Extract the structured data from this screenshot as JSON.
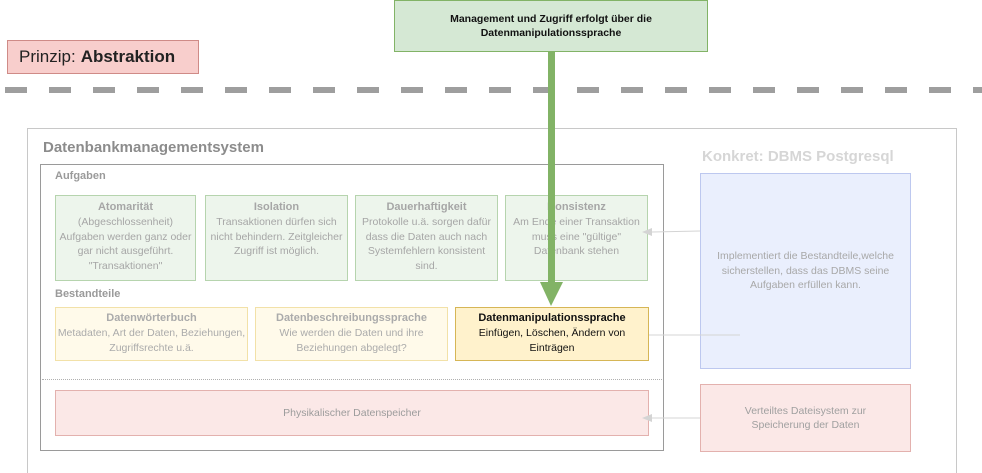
{
  "principle": {
    "label": "Prinzip:",
    "value": "Abstraktion"
  },
  "top_note": "Management und Zugriff erfolgt über die Datenmanipulationssprache",
  "dbms": {
    "title": "Datenbankmanagementsystem",
    "tasks_label": "Aufgaben",
    "tasks": [
      {
        "title": "Atomarität",
        "text": "(Abgeschlossenheit) Aufgaben werden ganz oder gar nicht ausgeführt. \"Transaktionen\""
      },
      {
        "title": "Isolation",
        "text": "Transaktionen dürfen sich nicht behindern. Zeitgleicher Zugriff ist möglich."
      },
      {
        "title": "Dauerhaftigkeit",
        "text": "Protokolle u.ä. sorgen dafür dass die Daten auch nach Systemfehlern konsistent sind."
      },
      {
        "title": "Konsistenz",
        "text": "Am Ende einer Transaktion muss eine \"gültige\" Datenbank stehen"
      }
    ],
    "components_label": "Bestandteile",
    "components": [
      {
        "title": "Datenwörterbuch",
        "text": "Metadaten, Art der Daten, Beziehungen, Zugriffsrechte u.ä."
      },
      {
        "title": "Datenbeschreibungssprache",
        "text": "Wie werden die Daten und ihre Beziehungen abgelegt?"
      },
      {
        "title": "Datenmanipulationssprache",
        "text": "Einfügen, Löschen, Ändern von Einträgen"
      }
    ],
    "storage": "Physikalischer Datenspeicher"
  },
  "concrete": {
    "title": "Konkret: DBMS Postgresql",
    "implementation": "Implementiert die Bestandteile,welche sicherstellen, dass das DBMS seine Aufgaben erfüllen kann.",
    "filesystem": "Verteiltes Dateisystem zur Speicherung der Daten"
  },
  "colors": {
    "green_fill": "#d5e8d4",
    "green_stroke": "#82b366",
    "yellow_fill": "#fff2cc",
    "yellow_stroke": "#d6b656",
    "red_fill": "#f8cecc",
    "blue_fill": "#dae8fc",
    "arrow": "#82b366"
  }
}
